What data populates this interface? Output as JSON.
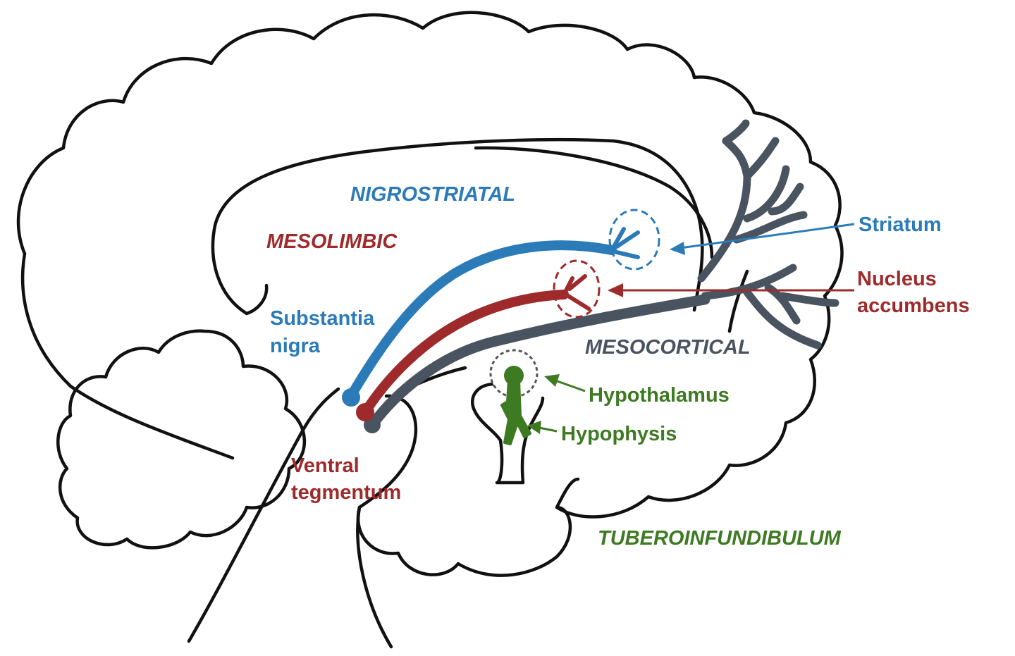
{
  "pathways": {
    "nigrostriatal": {
      "label": "NIGROSTRIATAL",
      "color": "#2b7bb9"
    },
    "mesolimbic": {
      "label": "MESOLIMBIC",
      "color": "#9e2a2b"
    },
    "mesocortical": {
      "label": "MESOCORTICAL",
      "color": "#4a5461"
    },
    "tuberoinfundibulum": {
      "label": "TUBEROINFUNDIBULUM",
      "color": "#3d7a22"
    }
  },
  "structures": {
    "striatum": "Striatum",
    "nucleus_accumbens": [
      "Nucleus",
      "accumbens"
    ],
    "substantia_nigra": [
      "Substantia",
      "nigra"
    ],
    "ventral_tegmentum": [
      "Ventral",
      "tegmentum"
    ],
    "hypothalamus": "Hypothalamus",
    "hypophysis": "Hypophysis"
  }
}
